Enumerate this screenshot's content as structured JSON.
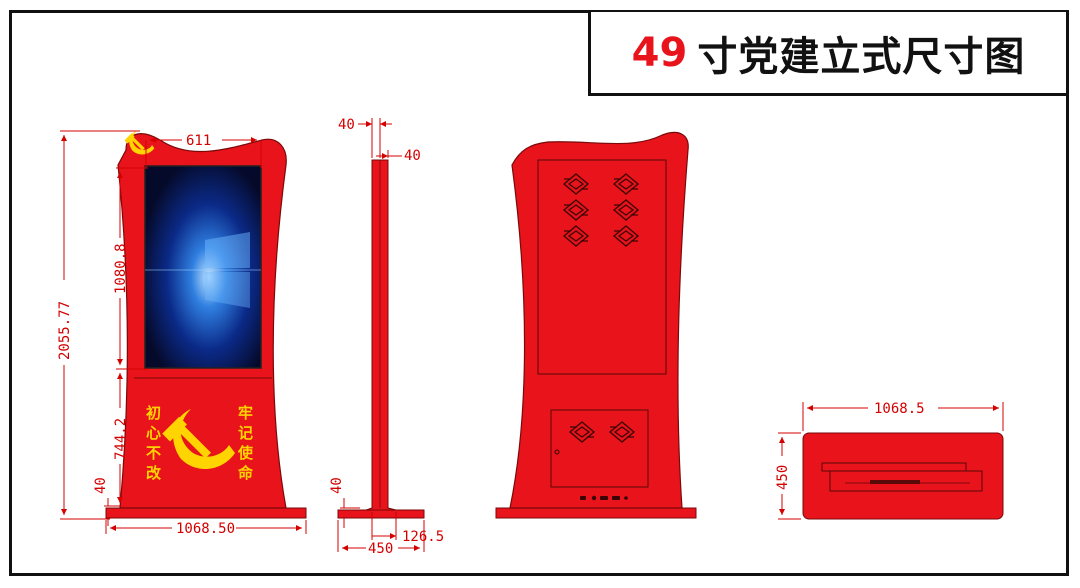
{
  "title": {
    "number": "49",
    "text": "寸党建立式尺寸图"
  },
  "front_view": {
    "slogan_left": [
      "初",
      "心",
      "不",
      "改"
    ],
    "slogan_right": [
      "牢",
      "记",
      "使",
      "命"
    ],
    "dims": {
      "top_width": "611",
      "screen_height": "1080.8",
      "total_height": "2055.77",
      "lower_height": "744.2",
      "base_height": "40",
      "base_width": "1068.50"
    }
  },
  "side_view": {
    "dims": {
      "top_a": "40",
      "top_b": "40",
      "base_height": "40",
      "depth": "450",
      "foot": "126.5"
    }
  },
  "top_view": {
    "dims": {
      "width": "1068.5",
      "depth": "450"
    }
  },
  "colors": {
    "body": "#e8131b",
    "outline": "#7a0a0a",
    "dimension": "#d40000",
    "slogan": "#ffd400",
    "screen": "#08134a"
  },
  "icons": [
    "hammer-sickle-icon"
  ]
}
